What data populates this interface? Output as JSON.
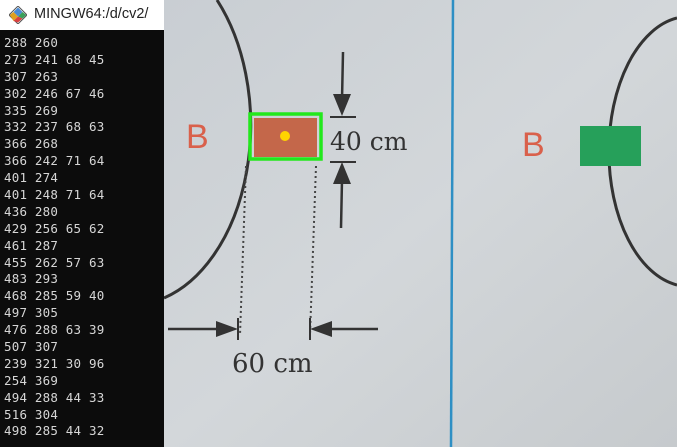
{
  "window": {
    "title": "MINGW64:/d/cv2/",
    "icon": "mingw-diamond-icon"
  },
  "terminal": {
    "lines": [
      "288 260",
      "273 241 68 45",
      "307 263",
      "302 246 67 46",
      "335 269",
      "332 237 68 63",
      "366 268",
      "366 242 71 64",
      "401 274",
      "401 248 71 64",
      "436 280",
      "429 256 65 62",
      "461 287",
      "455 262 57 63",
      "483 293",
      "468 285 59 40",
      "497 305",
      "476 288 63 39",
      "507 307",
      "239 321 30 96",
      "254 369",
      "494 288 44 33",
      "516 304",
      "498 285 44 32"
    ]
  },
  "photo": {
    "left_label": "B",
    "right_label": "B",
    "height_dim": "40 cm",
    "width_dim": "60 cm",
    "colors": {
      "paper": "#cfd4d8",
      "detect_box": "#22e81c",
      "orange_block": "#c4674a",
      "centroid": "#ffd400",
      "green_block": "#26a05a",
      "blue_line": "#2e8fc4",
      "label_red": "#d9604b"
    }
  }
}
